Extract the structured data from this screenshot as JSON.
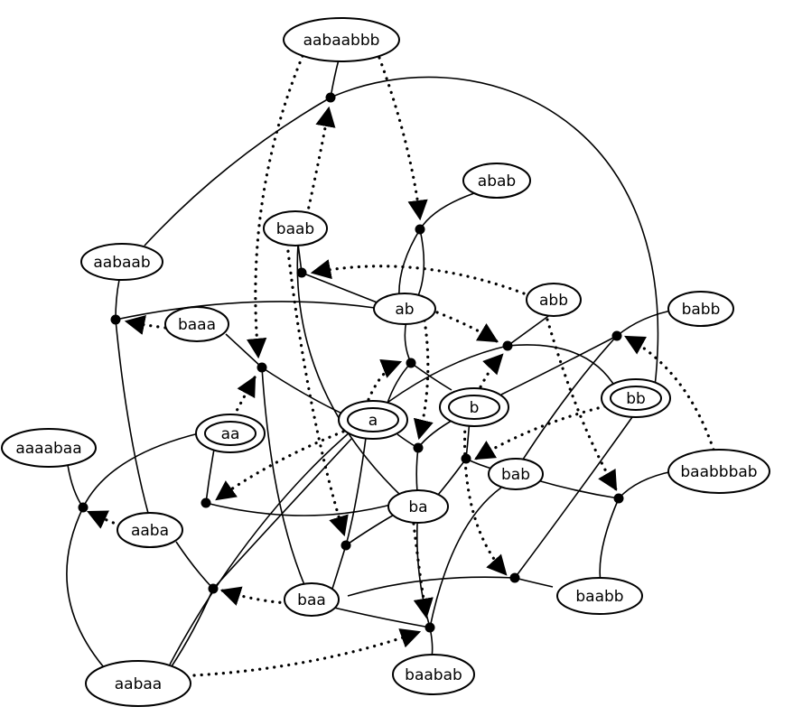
{
  "colors": {
    "line": "#000000",
    "background": "#ffffff"
  },
  "nodes": {
    "aabaabbb": "aabaabbb",
    "abab": "abab",
    "baab": "baab",
    "aabaab": "aabaab",
    "abb": "abb",
    "babb": "babb",
    "ab": "ab",
    "baaa": "baaa",
    "a": "a",
    "b": "b",
    "bb": "bb",
    "aa": "aa",
    "aaaabaa": "aaaabaa",
    "baabbbab": "baabbbab",
    "bab": "bab",
    "ba": "ba",
    "aaba": "aaba",
    "baabb": "baabb",
    "baa": "baa",
    "aabaa": "aabaa",
    "baabab": "baabab"
  },
  "accepting_nodes": [
    "a",
    "b",
    "aa",
    "bb"
  ]
}
